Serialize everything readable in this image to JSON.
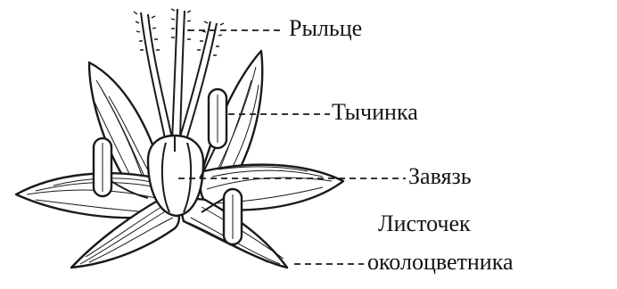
{
  "labels": {
    "stigma": "Рыльце",
    "stamen": "Тычинка",
    "ovary": "Завязь",
    "perianth_line1": "Листочек",
    "perianth_line2": "околоцветника"
  }
}
